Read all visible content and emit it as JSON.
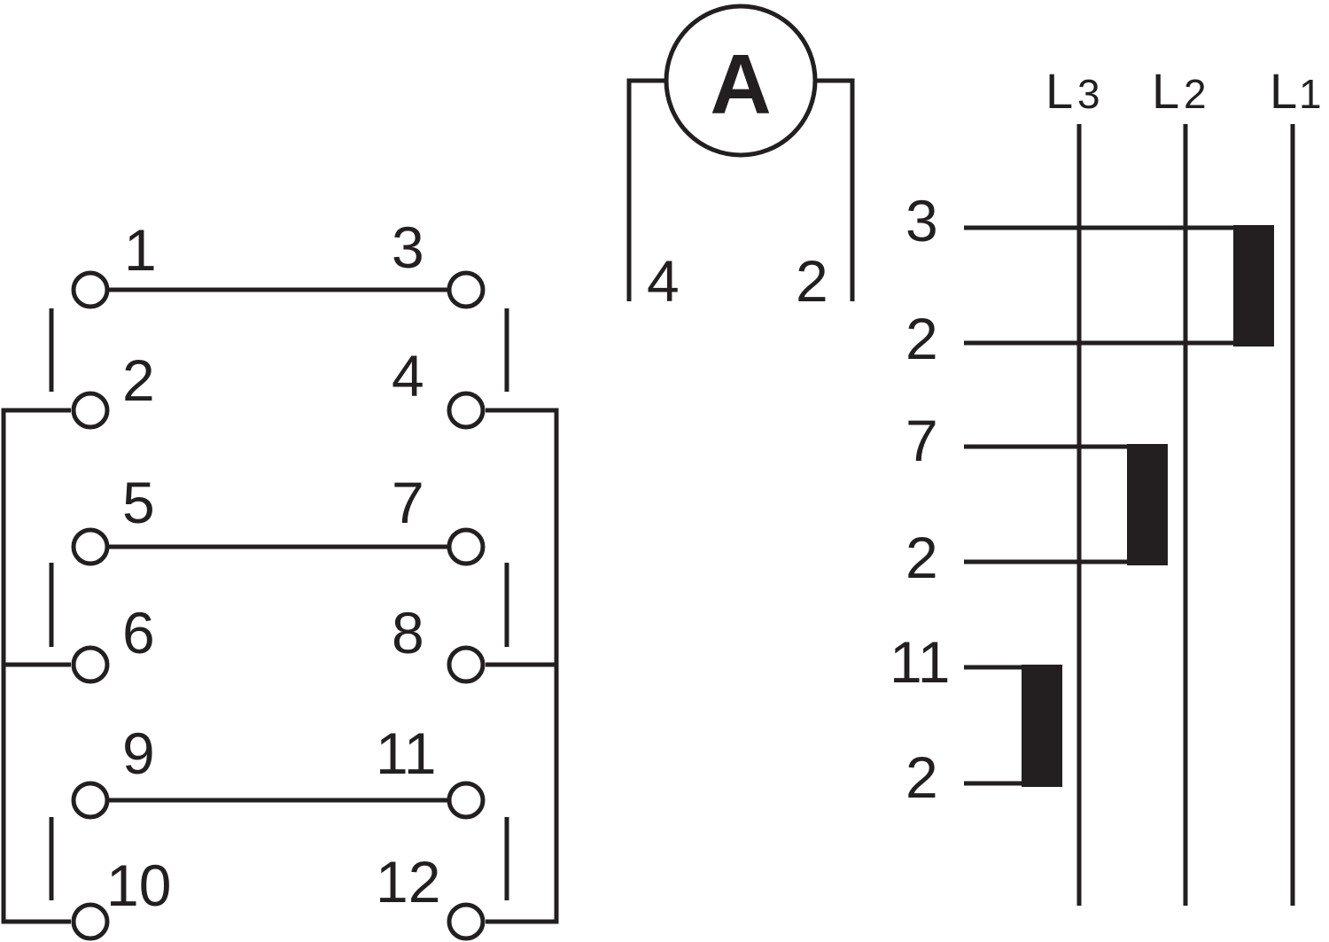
{
  "switch_contacts": {
    "left_labels": [
      "1",
      "2",
      "5",
      "6",
      "9",
      "10"
    ],
    "right_labels": [
      "3",
      "4",
      "7",
      "8",
      "11",
      "12"
    ]
  },
  "ammeter": {
    "symbol": "A",
    "left_terminal": "4",
    "right_terminal": "2"
  },
  "phases": [
    {
      "letter": "L",
      "index": "3"
    },
    {
      "letter": "L",
      "index": "2"
    },
    {
      "letter": "L",
      "index": "1"
    }
  ],
  "positions": [
    {
      "top": "3",
      "bottom": "2"
    },
    {
      "top": "7",
      "bottom": "2"
    },
    {
      "top": "11",
      "bottom": "2"
    }
  ],
  "colors": {
    "line": "#231f20",
    "background": "#ffffff"
  }
}
